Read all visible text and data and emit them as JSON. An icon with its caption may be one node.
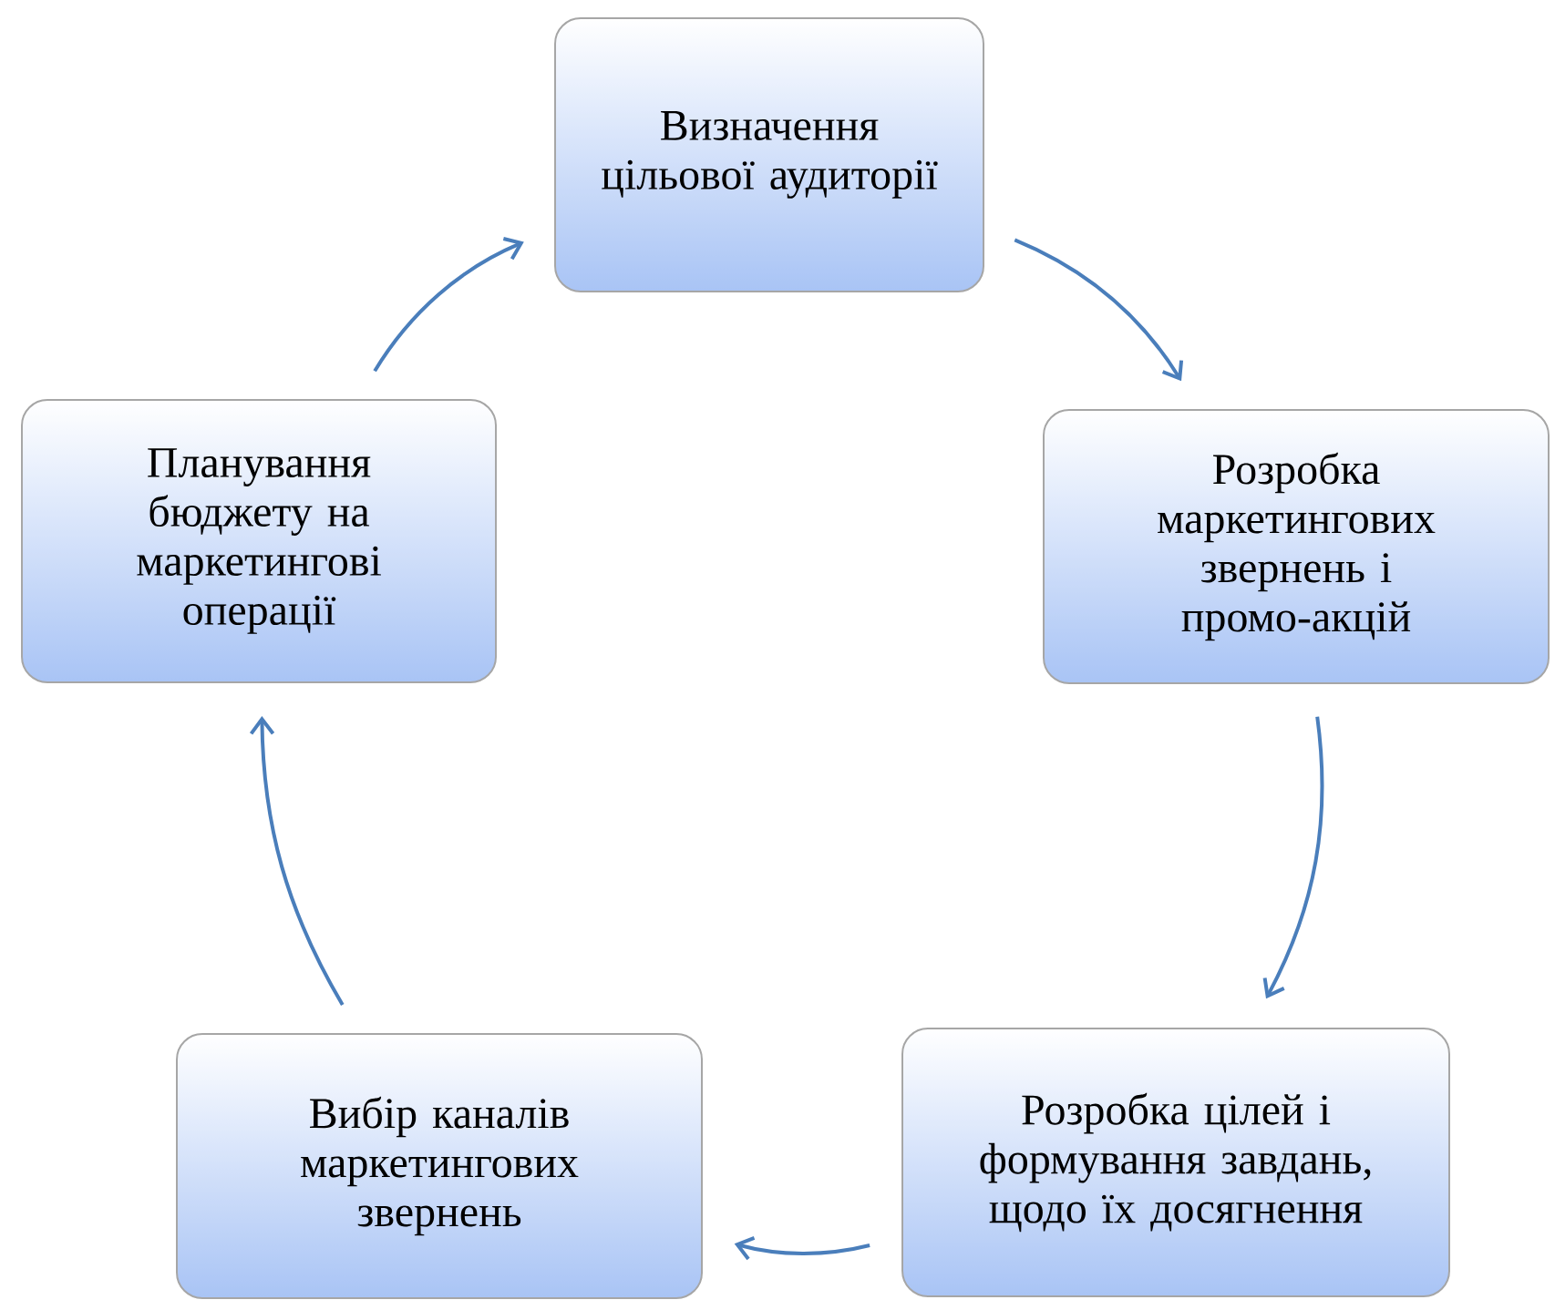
{
  "diagram": {
    "nodes": [
      {
        "text": [
          "Визначення цільової аудиторії"
        ]
      },
      {
        "text": [
          "Розробка маркетингових звернень і промо-акцій"
        ]
      },
      {
        "text": [
          "Розробка цілей і формування завдань, щодо їх досягнення"
        ]
      },
      {
        "text": [
          "Вибір каналів маркетингових звернень"
        ]
      },
      {
        "text": [
          "Планування бюджету на маркетингові операції"
        ]
      }
    ],
    "edges": [
      {
        "from": 0,
        "to": 1,
        "arrow": "to"
      },
      {
        "from": 1,
        "to": 2,
        "arrow": "to"
      },
      {
        "from": 2,
        "to": 3,
        "arrow": "to"
      },
      {
        "from": 3,
        "to": 4,
        "arrow": "to"
      },
      {
        "from": 4,
        "to": 0,
        "arrow": "to"
      }
    ]
  }
}
